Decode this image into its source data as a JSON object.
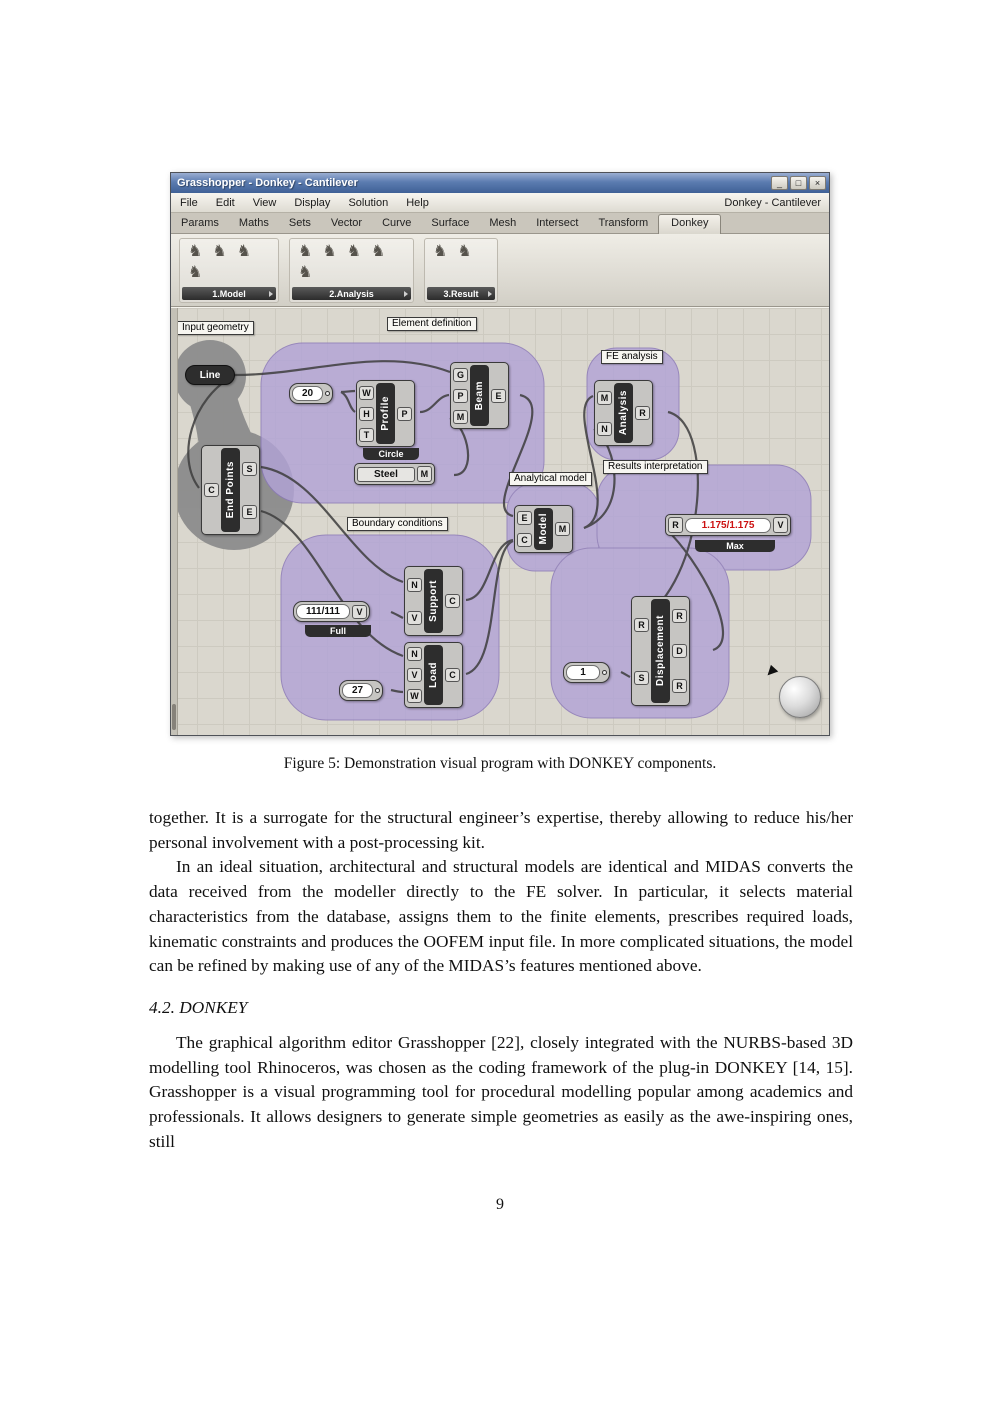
{
  "window": {
    "title": "Grasshopper - Donkey - Cantilever",
    "controls": {
      "minimize": "_",
      "maximize": "□",
      "close": "×"
    },
    "menu": [
      "File",
      "Edit",
      "View",
      "Display",
      "Solution",
      "Help"
    ],
    "session_label": "Donkey - Cantilever",
    "tabs": [
      "Params",
      "Maths",
      "Sets",
      "Vector",
      "Curve",
      "Surface",
      "Mesh",
      "Intersect",
      "Transform",
      "Donkey"
    ],
    "donkey_icon_glyph": "♞",
    "toolbar_groups": [
      {
        "label": "1.Model"
      },
      {
        "label": "2.Analysis"
      },
      {
        "label": "3.Result"
      }
    ]
  },
  "canvas": {
    "group_labels": {
      "input_geometry": "Input geometry",
      "element_definition": "Element definition",
      "fe_analysis": "FE analysis",
      "analytical_model": "Analytical model",
      "results_interpretation": "Results interpretation",
      "boundary_conditions": "Boundary conditions"
    },
    "group_fill": "#b2a3d6",
    "accent_red": "#cc1111",
    "components": {
      "line": {
        "label": "Line"
      },
      "end_points": {
        "label": "End Points",
        "in": [
          "C"
        ],
        "out": [
          "S",
          "E"
        ]
      },
      "radius_slider": {
        "value": "20"
      },
      "profile": {
        "label": "Profile",
        "in": [
          "W",
          "H",
          "T"
        ],
        "out": [
          "P"
        ],
        "tag": "Circle"
      },
      "beam": {
        "label": "Beam",
        "in": [
          "G",
          "P",
          "M"
        ],
        "out": [
          "E"
        ]
      },
      "steel": {
        "label": "Steel",
        "out": [
          "M"
        ]
      },
      "analysis": {
        "label": "Analysis",
        "in": [
          "M",
          "N"
        ],
        "out": [
          "R"
        ]
      },
      "model": {
        "label": "Model",
        "in": [
          "E",
          "C"
        ],
        "out": [
          "M"
        ]
      },
      "max_panel": {
        "in": [
          "R"
        ],
        "value": "1.175/1.175",
        "out": [
          "V"
        ],
        "tag": "Max"
      },
      "support_code": {
        "value": "111/111",
        "out": [
          "V"
        ],
        "tag": "Full"
      },
      "support": {
        "label": "Support",
        "in": [
          "N",
          "V"
        ],
        "out": [
          "C"
        ]
      },
      "load": {
        "label": "Load",
        "in": [
          "N",
          "V",
          "W"
        ],
        "out": [
          "C"
        ]
      },
      "load_slider": {
        "value": "27"
      },
      "displacement": {
        "label": "Displacement",
        "in": [
          "R",
          "S"
        ],
        "out": [
          "R",
          "D",
          "R"
        ]
      },
      "case_slider": {
        "value": "1"
      }
    }
  },
  "caption": "Figure 5: Demonstration visual program with DONKEY components.",
  "body": {
    "para1": "together. It is a surrogate for the structural engineer’s expertise, thereby allowing to reduce his/her personal involvement with a post-processing kit.",
    "para2": "In an ideal situation, architectural and structural models are identical and MIDAS converts the data received from the modeller directly to the FE solver. In particular, it selects material characteristics from the database, assigns them to the finite elements, prescribes required loads, kinematic constraints and produces the OOFEM input file. In more complicated situations, the model can be refined by making use of any of the MIDAS’s features mentioned above.",
    "section_heading": "4.2. DONKEY",
    "para3": "The graphical algorithm editor Grasshopper [22], closely integrated with the NURBS-based 3D modelling tool Rhinoceros, was chosen as the coding framework of the plug-in DONKEY [14, 15]. Grasshopper is a visual programming tool for procedural modelling popular among academics and professionals. It allows designers to generate simple geometries as easily as the awe-inspiring ones, still",
    "page_number": "9"
  }
}
